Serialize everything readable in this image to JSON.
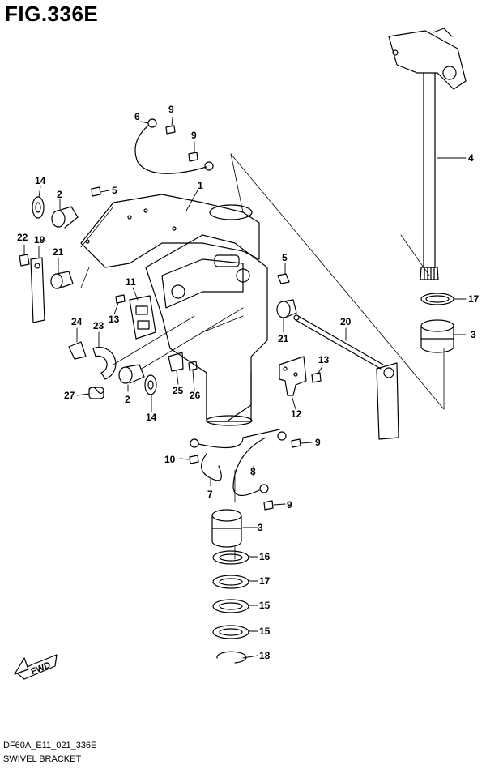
{
  "figure": {
    "title": "FIG.336E",
    "code": "DF60A_E11_021_336E",
    "name": "SWIVEL BRACKET",
    "fwd_label": "FWD"
  },
  "callouts": [
    {
      "label": "1"
    },
    {
      "label": "2"
    },
    {
      "label": "2"
    },
    {
      "label": "3"
    },
    {
      "label": "3"
    },
    {
      "label": "4"
    },
    {
      "label": "5"
    },
    {
      "label": "5"
    },
    {
      "label": "6"
    },
    {
      "label": "7"
    },
    {
      "label": "8"
    },
    {
      "label": "9"
    },
    {
      "label": "9"
    },
    {
      "label": "9"
    },
    {
      "label": "9"
    },
    {
      "label": "10"
    },
    {
      "label": "11"
    },
    {
      "label": "12"
    },
    {
      "label": "13"
    },
    {
      "label": "13"
    },
    {
      "label": "14"
    },
    {
      "label": "14"
    },
    {
      "label": "15"
    },
    {
      "label": "15"
    },
    {
      "label": "16"
    },
    {
      "label": "17"
    },
    {
      "label": "17"
    },
    {
      "label": "18"
    },
    {
      "label": "19"
    },
    {
      "label": "20"
    },
    {
      "label": "21"
    },
    {
      "label": "21"
    },
    {
      "label": "22"
    },
    {
      "label": "23"
    },
    {
      "label": "24"
    },
    {
      "label": "25"
    },
    {
      "label": "26"
    },
    {
      "label": "27"
    }
  ]
}
